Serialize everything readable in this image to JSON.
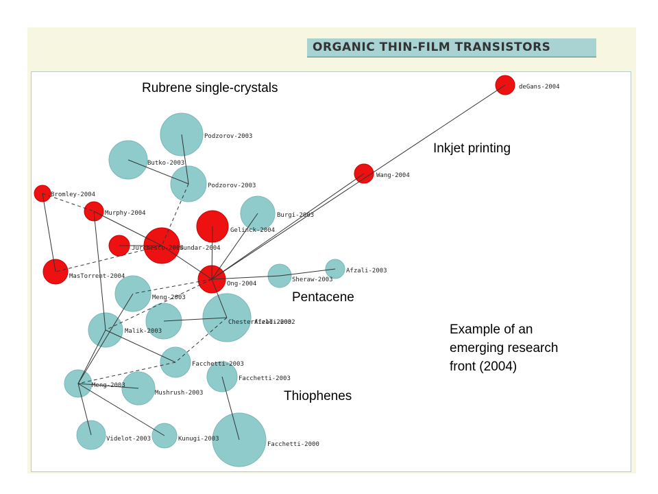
{
  "header": {
    "title": "ORGANIC THIN-FILM TRANSISTORS"
  },
  "colors": {
    "teal": "#8fcbcb",
    "red": "#ee1111",
    "edge": "#333333"
  },
  "annotations": {
    "rubrene": "Rubrene single-crystals",
    "inkjet": "Inkjet printing",
    "pentacene": "Pentacene",
    "thiophenes": "Thiophenes",
    "example_lines": [
      "Example of an",
      "emerging research",
      "front (2004)"
    ]
  },
  "nodes": [
    {
      "id": "degans",
      "label": "deGans-2004",
      "color": "red"
    },
    {
      "id": "podzorov1",
      "label": "Podzorov-2003",
      "color": "teal"
    },
    {
      "id": "butko",
      "label": "Butko-2003",
      "color": "teal"
    },
    {
      "id": "podzorov2",
      "label": "Podzorov-2003",
      "color": "teal"
    },
    {
      "id": "wang",
      "label": "Wang-2004",
      "color": "red"
    },
    {
      "id": "bromley",
      "label": "Bromley-2004",
      "color": "red"
    },
    {
      "id": "murphy",
      "label": "Murphy-2004",
      "color": "red"
    },
    {
      "id": "burgi",
      "label": "Burgi-2003",
      "color": "teal"
    },
    {
      "id": "gelinck",
      "label": "Gelinck-2004",
      "color": "red"
    },
    {
      "id": "jurchescu",
      "label": "Jurchescu-2004",
      "color": "red"
    },
    {
      "id": "sundar",
      "label": "Sundar-2004",
      "color": "red"
    },
    {
      "id": "mastorrent",
      "label": "MasTorrent-2004",
      "color": "red"
    },
    {
      "id": "ong",
      "label": "Ong-2004",
      "color": "red"
    },
    {
      "id": "sheraw",
      "label": "Sheraw-2003",
      "color": "teal"
    },
    {
      "id": "afzali1",
      "label": "Afzali-2003",
      "color": "teal"
    },
    {
      "id": "meng1",
      "label": "Meng-2003",
      "color": "teal"
    },
    {
      "id": "chesterfield",
      "label": "Chesterfield-2003",
      "color": "teal"
    },
    {
      "id": "afzali2",
      "label": "Afzali-2002",
      "color": "teal"
    },
    {
      "id": "malik",
      "label": "Malik-2003",
      "color": "teal"
    },
    {
      "id": "facchetti1",
      "label": "Facchetti-2003",
      "color": "teal"
    },
    {
      "id": "facchetti2",
      "label": "Facchetti-2003",
      "color": "teal"
    },
    {
      "id": "meng2",
      "label": "Meng-2003",
      "color": "teal"
    },
    {
      "id": "mushrush",
      "label": "Mushrush-2003",
      "color": "teal"
    },
    {
      "id": "videlot",
      "label": "Videlot-2003",
      "color": "teal"
    },
    {
      "id": "kunugi",
      "label": "Kunugi-2003",
      "color": "teal"
    },
    {
      "id": "facchetti3",
      "label": "Facchetti-2000",
      "color": "teal"
    }
  ],
  "edges": [
    {
      "from": "podzorov1",
      "to": "podzorov2",
      "style": "solid"
    },
    {
      "from": "butko",
      "to": "podzorov2",
      "style": "solid"
    },
    {
      "from": "podzorov2",
      "to": "jurchescu",
      "style": "dashed"
    },
    {
      "from": "bromley",
      "to": "murphy",
      "style": "dashed"
    },
    {
      "from": "bromley",
      "to": "mastorrent",
      "style": "solid"
    },
    {
      "from": "murphy",
      "to": "jurchescu",
      "style": "solid"
    },
    {
      "from": "murphy",
      "to": "malik",
      "style": "solid"
    },
    {
      "from": "jurchescu",
      "to": "mastorrent",
      "style": "dashed"
    },
    {
      "from": "jurchescu",
      "to": "sundar",
      "style": "solid"
    },
    {
      "from": "jurchescu",
      "to": "ong",
      "style": "solid"
    },
    {
      "from": "gelinck",
      "to": "ong",
      "style": "solid"
    },
    {
      "from": "burgi",
      "to": "ong",
      "style": "solid"
    },
    {
      "from": "wang",
      "to": "ong",
      "style": "solid"
    },
    {
      "from": "degans",
      "to": "ong",
      "style": "solid"
    },
    {
      "from": "ong",
      "to": "sheraw",
      "style": "solid"
    },
    {
      "from": "sheraw",
      "to": "afzali1",
      "style": "solid"
    },
    {
      "from": "ong",
      "to": "meng1",
      "style": "dashed"
    },
    {
      "from": "ong",
      "to": "chesterfield",
      "style": "solid"
    },
    {
      "from": "ong",
      "to": "malik",
      "style": "dashed"
    },
    {
      "from": "meng1",
      "to": "meng2",
      "style": "solid"
    },
    {
      "from": "malik",
      "to": "meng2",
      "style": "solid"
    },
    {
      "from": "malik",
      "to": "facchetti1",
      "style": "solid"
    },
    {
      "from": "chesterfield",
      "to": "afzali2",
      "style": "solid"
    },
    {
      "from": "chesterfield",
      "to": "facchetti1",
      "style": "dashed"
    },
    {
      "from": "facchetti1",
      "to": "meng2",
      "style": "dashed"
    },
    {
      "from": "meng2",
      "to": "mushrush",
      "style": "solid"
    },
    {
      "from": "meng2",
      "to": "videlot",
      "style": "solid"
    },
    {
      "from": "meng2",
      "to": "kunugi",
      "style": "solid"
    },
    {
      "from": "facchetti2",
      "to": "facchetti3",
      "style": "solid"
    }
  ]
}
